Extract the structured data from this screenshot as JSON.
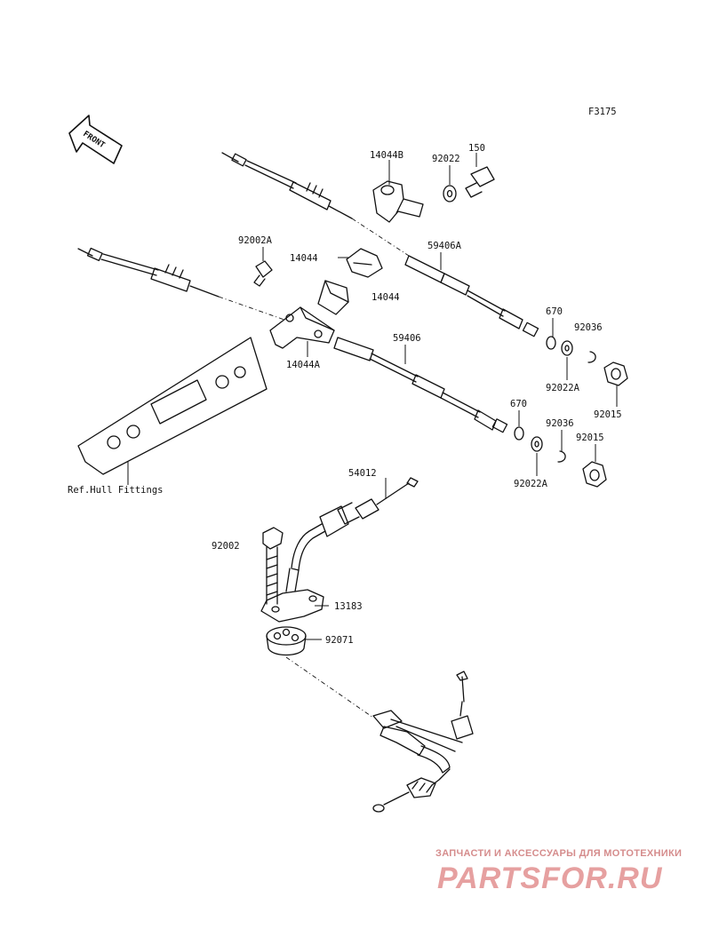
{
  "figure_code": "F3175",
  "front_arrow_text": "FRONT",
  "parts": {
    "p14044B": "14044B",
    "p92022": "92022",
    "p150": "150",
    "p92002A": "92002A",
    "p14044_upper": "14044",
    "p14044_lower": "14044",
    "p59406A": "59406A",
    "p670_upper": "670",
    "p92036_upper": "92036",
    "p14044A": "14044A",
    "p59406": "59406",
    "p92022A_upper": "92022A",
    "p92015_upper": "92015",
    "p670_lower": "670",
    "p92036_lower": "92036",
    "p92015_lower": "92015",
    "p92022A_lower": "92022A",
    "ref_hull": "Ref.Hull Fittings",
    "p54012": "54012",
    "p92002": "92002",
    "p13183": "13183",
    "p92071": "92071"
  },
  "watermark": {
    "tagline": "ЗАПЧАСТИ И АКСЕССУАРЫ ДЛЯ МОТОТЕХНИКИ",
    "brand": "PARTSFOR.RU"
  }
}
